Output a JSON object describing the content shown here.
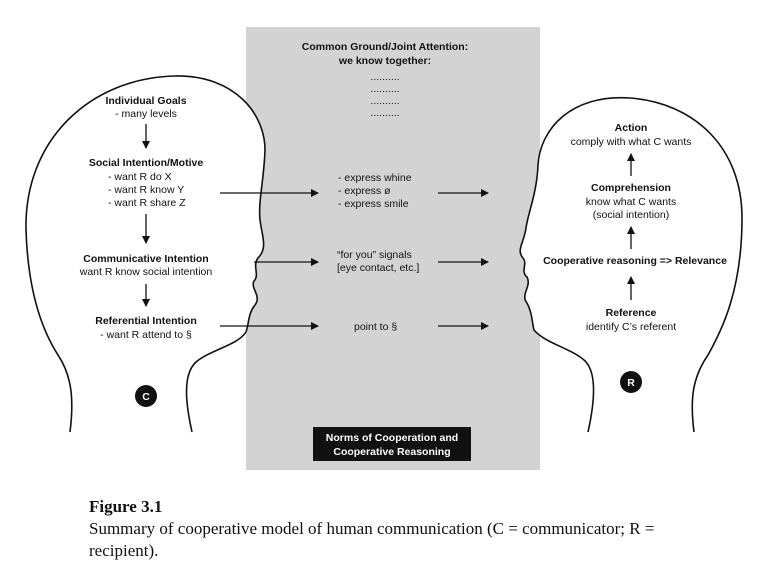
{
  "common_ground": {
    "title": "Common Ground/Joint Attention:",
    "subtitle": "we know together:",
    "dots": [
      "..........",
      "..........",
      "..........",
      ".........."
    ]
  },
  "norms": {
    "line1": "Norms of Cooperation and",
    "line2": "Cooperative Reasoning"
  },
  "communicator": {
    "badge": "C",
    "individual_goals": {
      "title": "Individual Goals",
      "detail": "- many levels"
    },
    "social_intention": {
      "title": "Social Intention/Motive",
      "lines": [
        "- want R do X",
        "- want R know Y",
        "- want R share Z"
      ]
    },
    "communicative_intention": {
      "title": "Communicative Intention",
      "detail": "want R know social intention"
    },
    "referential_intention": {
      "title": "Referential Intention",
      "detail": "- want R attend to §"
    }
  },
  "channel": {
    "express": [
      "- express whine",
      "- express ø",
      "- express smile"
    ],
    "signals": [
      "“for you” signals",
      "[eye contact, etc.]"
    ],
    "point": "point to §"
  },
  "recipient": {
    "badge": "R",
    "action": {
      "title": "Action",
      "detail": "comply with what C wants"
    },
    "comprehension": {
      "title": "Comprehension",
      "lines": [
        "know what C wants",
        "(social intention)"
      ]
    },
    "reasoning": "Cooperative reasoning => Relevance",
    "reference": {
      "title": "Reference",
      "detail": "identify C’s referent"
    }
  },
  "caption": {
    "label": "Figure 3.1",
    "text": "Summary of cooperative model of human communication (C = communicator; R = recipient)."
  }
}
